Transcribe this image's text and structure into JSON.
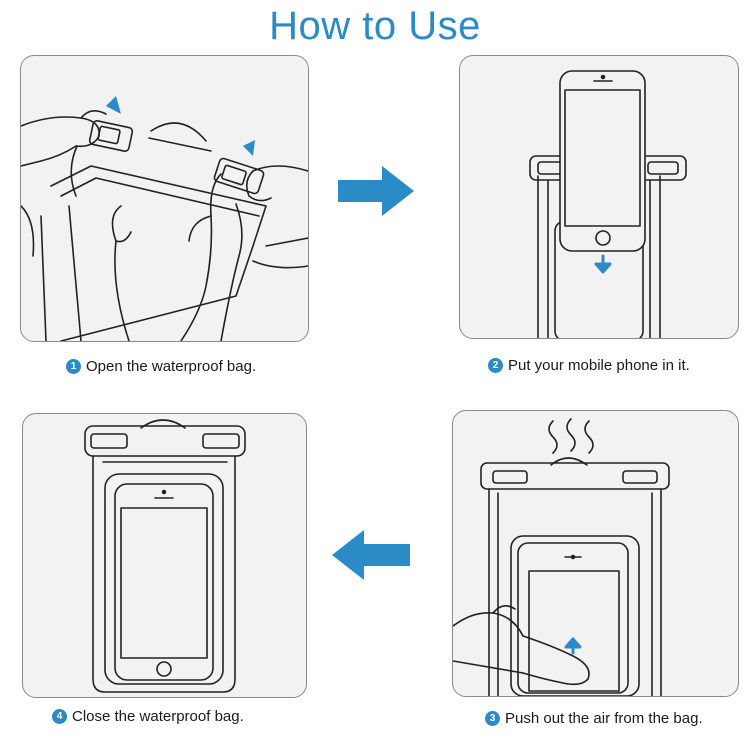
{
  "title": "How to Use",
  "accent_color": "#2a8bc7",
  "steps": [
    {
      "number": "1",
      "caption": "Open the waterproof bag."
    },
    {
      "number": "2",
      "caption": "Put your mobile phone in it."
    },
    {
      "number": "3",
      "caption": "Push out the air from the bag."
    },
    {
      "number": "4",
      "caption": "Close the waterproof bag."
    }
  ],
  "icons": {
    "step_arrow_right": "right-arrow-icon",
    "step_arrow_left": "left-arrow-icon"
  }
}
